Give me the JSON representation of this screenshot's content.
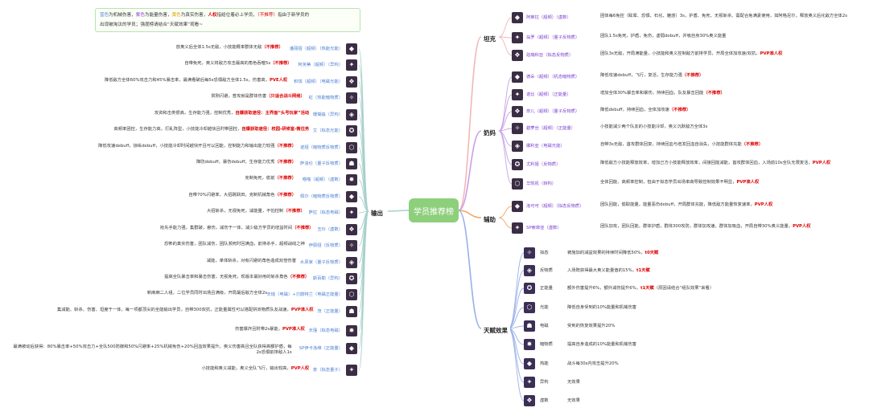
{
  "legend": {
    "blue": "蓝色",
    "t1": "为机械伤害，",
    "purple": "紫色",
    "t2": "为能量伤害，",
    "yellow": "黄色",
    "t3": "为真实伤害，",
    "pvp": "人权",
    "t4": "指给位着必上学员，",
    "nopush": "（不推荐）",
    "t5": "指由于新学员的",
    "line2": "出现被淘汰的学员；强度榜请结合“天赋效果”观看~"
  },
  "root_label": "学员推荐榜",
  "branches": {
    "tank": "坦克",
    "milk": "奶妈",
    "assist": "辅助",
    "output": "输出",
    "talent": "天赋效果"
  },
  "tank": [
    {
      "icon": "character-portrait-icon",
      "name": "阿莱拉（超频）（虚数）",
      "desc": "团体每6免控（眩晕、恐惧、石化、魅惑）3s，护盾、免死、无视斩杀、需配合免满素使用，如阿格尼尔，释放奥义后化敌方全体2s",
      "tag": ""
    },
    {
      "icon": "character-portrait-icon",
      "name": "翁罗（超频）（量子反物质）",
      "desc": "团队1.5s免死，护盾，免伤，虚弱debuff，并吸自身30%奥义能量",
      "tag": ""
    },
    {
      "icon": "character-portrait-icon",
      "name": "珀瑞科亚（拟态反物质）",
      "desc": "团队3s无敌，开局满能量，小技能和奥义控制敌方前排学员，开局全体加攻速/双抗，",
      "tag": "PVP准人权"
    }
  ],
  "milk": [
    {
      "icon": "character-portrait-icon",
      "name": "德朵（超频）（机态暗物质）",
      "desc": "降低攻速debuff，飞行，复活，生存能力强",
      "tag": "（不推荐）"
    },
    {
      "icon": "character-portrait-icon",
      "name": "诺比（超频）（正能量）",
      "desc": "增加全体30%暴击率和暴伤，持续回血，队友暴击回能",
      "tag": "（不推荐）"
    },
    {
      "icon": "character-portrait-icon",
      "name": "奈儿（超频）（量子反物质）",
      "desc": "降低debuff，持续回血，全体加攻速",
      "tag": "（不推荐）"
    },
    {
      "icon": "character-portrait-icon",
      "name": "碧萝丝（超频）（正能量）",
      "desc": "小技能减少两个队友的小技能冷却，奥义沉默敌方全体3s",
      "tag": ""
    },
    {
      "icon": "character-portrait-icon",
      "name": "娜利亚（电磁光能）",
      "desc": "自带3s无敌，首攻群体回复，持续回血与增发回血自消失，小技能群体充能",
      "tag": "（不推荐）"
    },
    {
      "icon": "character-portrait-icon",
      "name": "尤利娅（反物质）",
      "desc": "降低敌方小技能释放效率，增加己方小技能释放效率，间接回能减能，首攻群体回血，入场前10s全队无限复活，",
      "tag": "PVP人权"
    },
    {
      "icon": "character-portrait-icon",
      "name": "华凯机（转构）",
      "desc": "全体回能、高频率控制，但由于拟态学员出场率高导致控制效果不明显，",
      "tag": "PVP准人权"
    }
  ],
  "assist": [
    {
      "icon": "character-portrait-icon",
      "name": "洛可可（超频）（拟态反物质）",
      "desc": "团队回能，偷取能量，能量恶伤debuff，开局群体充能，降低敌方能量恢复速率，",
      "tag": "PVP人权"
    },
    {
      "icon": "character-portrait-icon",
      "name": "SP索菲亚（虚数）",
      "desc": "团队加攻，团队回能，群体护盾，群体300攻防，群体加攻速，群体加吸血，开局自带30%奥义能量，",
      "tag": "PVP人权"
    }
  ],
  "talent": [
    {
      "icon": "mimic-icon",
      "name": "拟态",
      "desc": "被施加的减益效果的持续时间降低50%，",
      "tag": "t0天赋"
    },
    {
      "icon": "antimatter-icon",
      "name": "反物质",
      "desc": "入场既获得最大奥义能量值的15%，",
      "tag": "t1天赋"
    },
    {
      "icon": "positive-energy-icon",
      "name": "正能量",
      "desc": "额外伤害提升6%，额外减伤提升6%，",
      "tag": "t1天赋",
      "extra": "（原因请结合“组队效果”来看）"
    },
    {
      "icon": "light-icon",
      "name": "光能",
      "desc": "降低自身受到的10%能量和机械伤害",
      "tag": ""
    },
    {
      "icon": "electromagnetic-icon",
      "name": "电磁",
      "desc": "受到的恢复效果提升20%",
      "tag": ""
    },
    {
      "icon": "dark-matter-icon",
      "name": "暗物质",
      "desc": "提高自身造成的10%能量和机械伤害",
      "tag": ""
    },
    {
      "icon": "thermal-icon",
      "name": "热能",
      "desc": "战斗每30s内攻击提升20%",
      "tag": ""
    },
    {
      "icon": "structure-icon",
      "name": "异构",
      "desc": "无效果",
      "tag": ""
    },
    {
      "icon": "imaginary-icon",
      "name": "虚数",
      "desc": "无效果",
      "tag": ""
    }
  ],
  "output": [
    {
      "name": "潘丽娅（超频）（热能光能）",
      "desc": "放奥义后全体1.5s无敌，小技能概率群体无敌",
      "tag": "（不推荐）"
    },
    {
      "name": "阿芙蒂（超频）（异构）",
      "desc": "自带免死，奥义将敌方攻击最高的角色吞噬5s",
      "tag": "（不推荐）"
    },
    {
      "name": "积珑（超频）（电磁光能）",
      "desc": "降低敌方全体60%攻击力和45%暴击率，最满看破后每5s恐惧敌方全体1.5s，伤害高，",
      "tag": "PVE人权"
    },
    {
      "name": "虹（热能暗物质）",
      "desc": "贯刚闪避，普攻就是群体伤害",
      "tag": "（只适合战斗网络）"
    },
    {
      "name": "珊瑚淼（异构）",
      "desc": "攻资和击类很高，生存能力强，控制优秀，",
      "tag": "自爆获取途径：主界面“头号玩家”活动"
    },
    {
      "name": "艾（拟态光能）",
      "desc": "高频率团控，生存能力高，打乱阵型，小技能冷却越快且时带团控，",
      "tag": "自爆获取途径：校园-研修室-微住务"
    },
    {
      "name": "诺娅（暗物质反物质）",
      "desc": "降低攻速debuff，掠纵debuff，小技能冷却时间越快开且可以回能，控制能力和输出能力较强",
      "tag": "（不推荐）"
    },
    {
      "name": "萨洛伦（量子反物质）",
      "desc": "降防debuff，暴伤debuff，生存能力优秀",
      "tag": "（不推荐）"
    },
    {
      "name": "喵喵（超频）（虚数）",
      "desc": "克制免死，偷前",
      "tag": "（不推荐）"
    },
    {
      "name": "佩尔（暗物质反物质）",
      "desc": "自带70%闪避率，大招跳跃田，克制机械角色",
      "tag": "（不推荐）"
    },
    {
      "name": "萨拉（拟态电磁）",
      "desc": "大招斩杀，无视免死，减能量，不怕控制",
      "tag": "（不推荐）"
    },
    {
      "name": "玉玲（虚数）",
      "desc": "抢先手能力强，集群破，悬伤，减伤于一体，减少敌方学员的增益时间",
      "tag": "（不推荐）"
    },
    {
      "name": "伊丽娅（反物质）",
      "desc": "恐怖的真实伤害，团队减伤，团队濒死时回满血，前排杀手，超频战线之神",
      "tag": ""
    },
    {
      "name": "水原家（量子反物质）",
      "desc": "减能，单体斩杀，对有闪避的角色造成双倍伤害",
      "tag": ""
    },
    {
      "name": "斯百勒（异构）",
      "desc": "提高全队暴击率和暴击伤害，无视免死，现版本最好用的斩杀角色",
      "tag": "（不推荐）"
    },
    {
      "name": "天瑶（电磁）+刃鹊特兰（电磁正能量）",
      "desc": "新麻麻二人组，二位学员同时出场且满级，开局最后敌方全体2s",
      "tag": ""
    },
    {
      "name": "茂（正能量）",
      "desc": "集减能、斩杀、伤害、坦度于一体，每一项都顶尖的全能输出学员，自带300双抗，正能量属性可以搭配拼双物质队友战速，",
      "tag": "PVP准人权"
    },
    {
      "name": "天瑾（拟态电磁）",
      "desc": "伤害爆炸且附带2s暴能，",
      "tag": "PVP准人权"
    },
    {
      "name": "SP伊卡洛维（正能量）",
      "desc": "最满被动后获得：80%暴击率+50%攻击力+全队500防御和50%闪避率+25%机械免伤+20%回血效果提升。奥义伤害高且全队获得高额护盾，每2s恐惧前排敌人1s",
      "tag": ""
    },
    {
      "name": "泉（拟态量子）",
      "desc": "小技能和奥义减能，奥义全队飞行，输出较高，",
      "tag": "PVP人权"
    }
  ]
}
